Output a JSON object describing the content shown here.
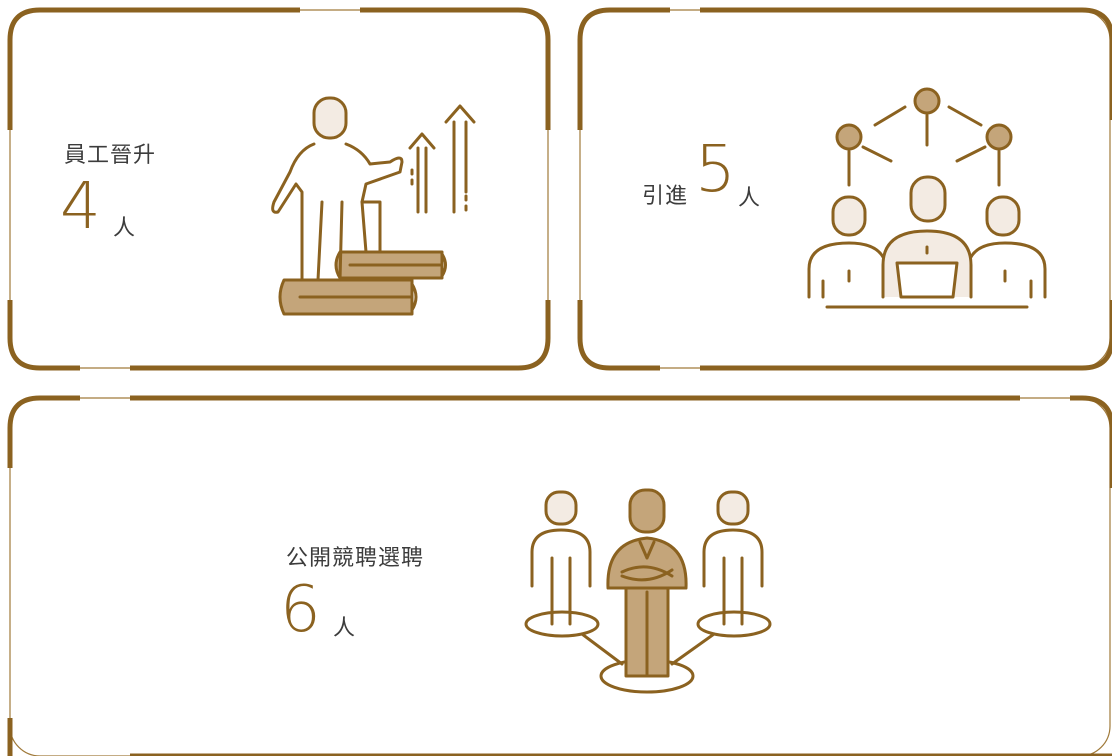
{
  "colors": {
    "accent": "#8b6220",
    "line": "#a07a3a",
    "fill_light": "#f3ebe3",
    "fill_mid": "#c4a57a"
  },
  "cards": [
    {
      "label": "員工晉升",
      "value": "4",
      "unit": "人",
      "icon": "climbing-books-growth-icon"
    },
    {
      "label": "引進",
      "value": "5",
      "unit": "人",
      "icon": "team-network-icon"
    },
    {
      "label": "公開競聘選聘",
      "value": "6",
      "unit": "人",
      "icon": "leader-selection-icon"
    }
  ]
}
